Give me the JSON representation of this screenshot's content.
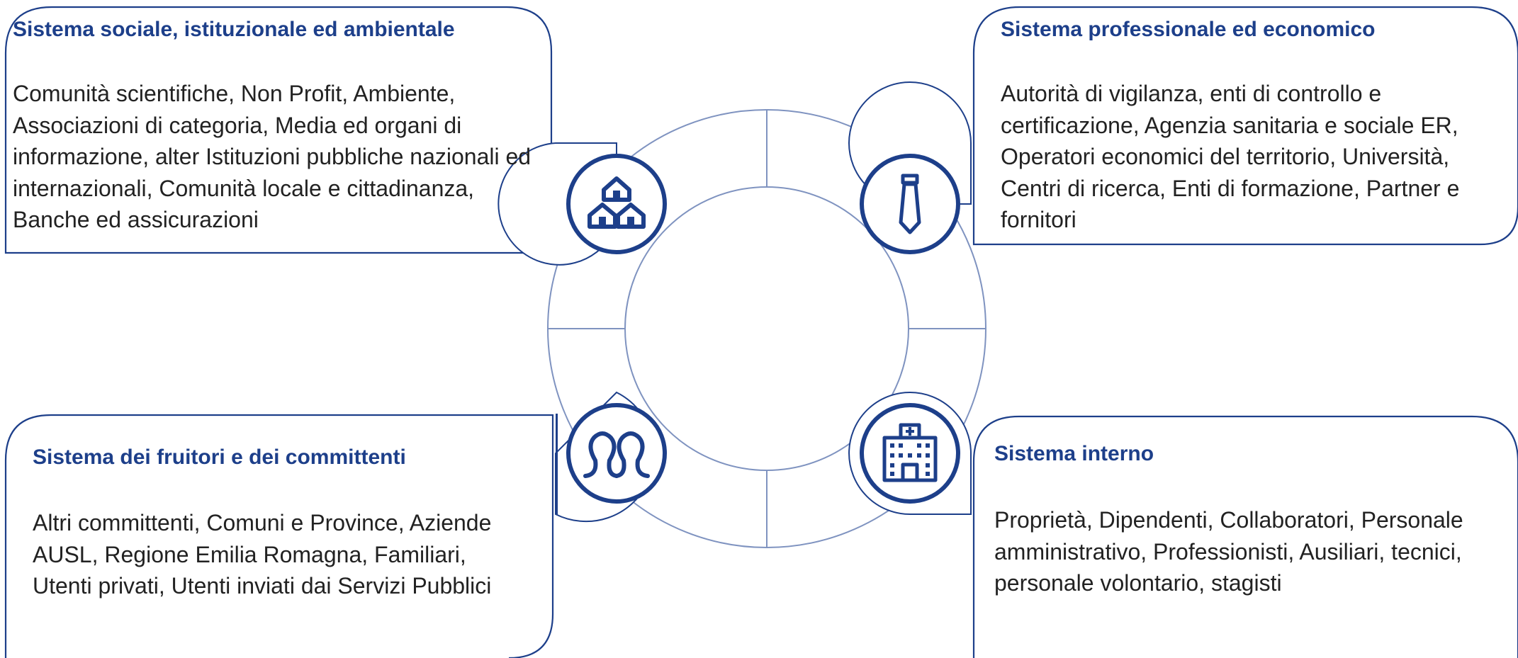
{
  "colors": {
    "accent": "#1d3f8a",
    "line": "#2a4a8c",
    "ring": "#8a9cc4"
  },
  "boxes": {
    "top_left": {
      "title": "Sistema sociale, istituzionale ed ambientale",
      "body": "Comunità scientifiche, Non Profit, Ambiente, Associazioni di categoria, Media ed organi di informazione, alter Istituzioni pubbliche nazionali ed internazionali, Comunità locale e cittadinanza, Banche ed assicurazioni",
      "icon": "houses-icon"
    },
    "top_right": {
      "title": "Sistema professionale ed economico",
      "body": "Autorità di vigilanza, enti di controllo e certificazione, Agenzia sanitaria e sociale ER, Operatori economici del territorio, Università, Centri di ricerca, Enti di formazione, Partner e fornitori",
      "icon": "tie-icon"
    },
    "bottom_left": {
      "title": "Sistema dei fruitori e dei committenti",
      "body": "Altri committenti, Comuni e Province, Aziende AUSL, Regione Emilia Romagna, Familiari, Utenti privati, Utenti inviati dai Servizi Pubblici",
      "icon": "people-icon"
    },
    "bottom_right": {
      "title": "Sistema interno",
      "body": "Proprietà, Dipendenti, Collaboratori, Personale amministrativo, Professionisti, Ausiliari, tecnici, personale volontario, stagisti",
      "icon": "hospital-icon"
    }
  }
}
